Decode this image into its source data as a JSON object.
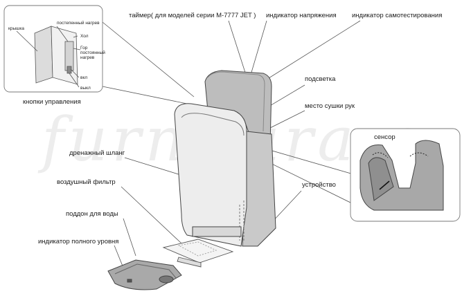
{
  "watermark": "furnitura.ru",
  "callouts": {
    "timer": "таймер( для моделей серии М-7777 JET )",
    "voltage_indicator": "индикатор напряжения",
    "self_test_indicator": "индикатор самотестирования",
    "backlight": "подсветка",
    "hand_drying_area": "место сушки рук",
    "sensor": "сенсор",
    "drain_hose": "дренажный шланг",
    "air_filter": "воздушный фильтр",
    "device": "устройство",
    "water_tray": "поддон для воды",
    "full_level_indicator": "индикатор полного уровня",
    "control_buttons": "кнопки управления"
  },
  "control_panel": {
    "lid": "крышка",
    "constant_heating": "постепенный нагрев",
    "cold": "Хол",
    "hot_constant": "Гор постоянный нагрев",
    "on": "вкл",
    "off": "выкл"
  }
}
